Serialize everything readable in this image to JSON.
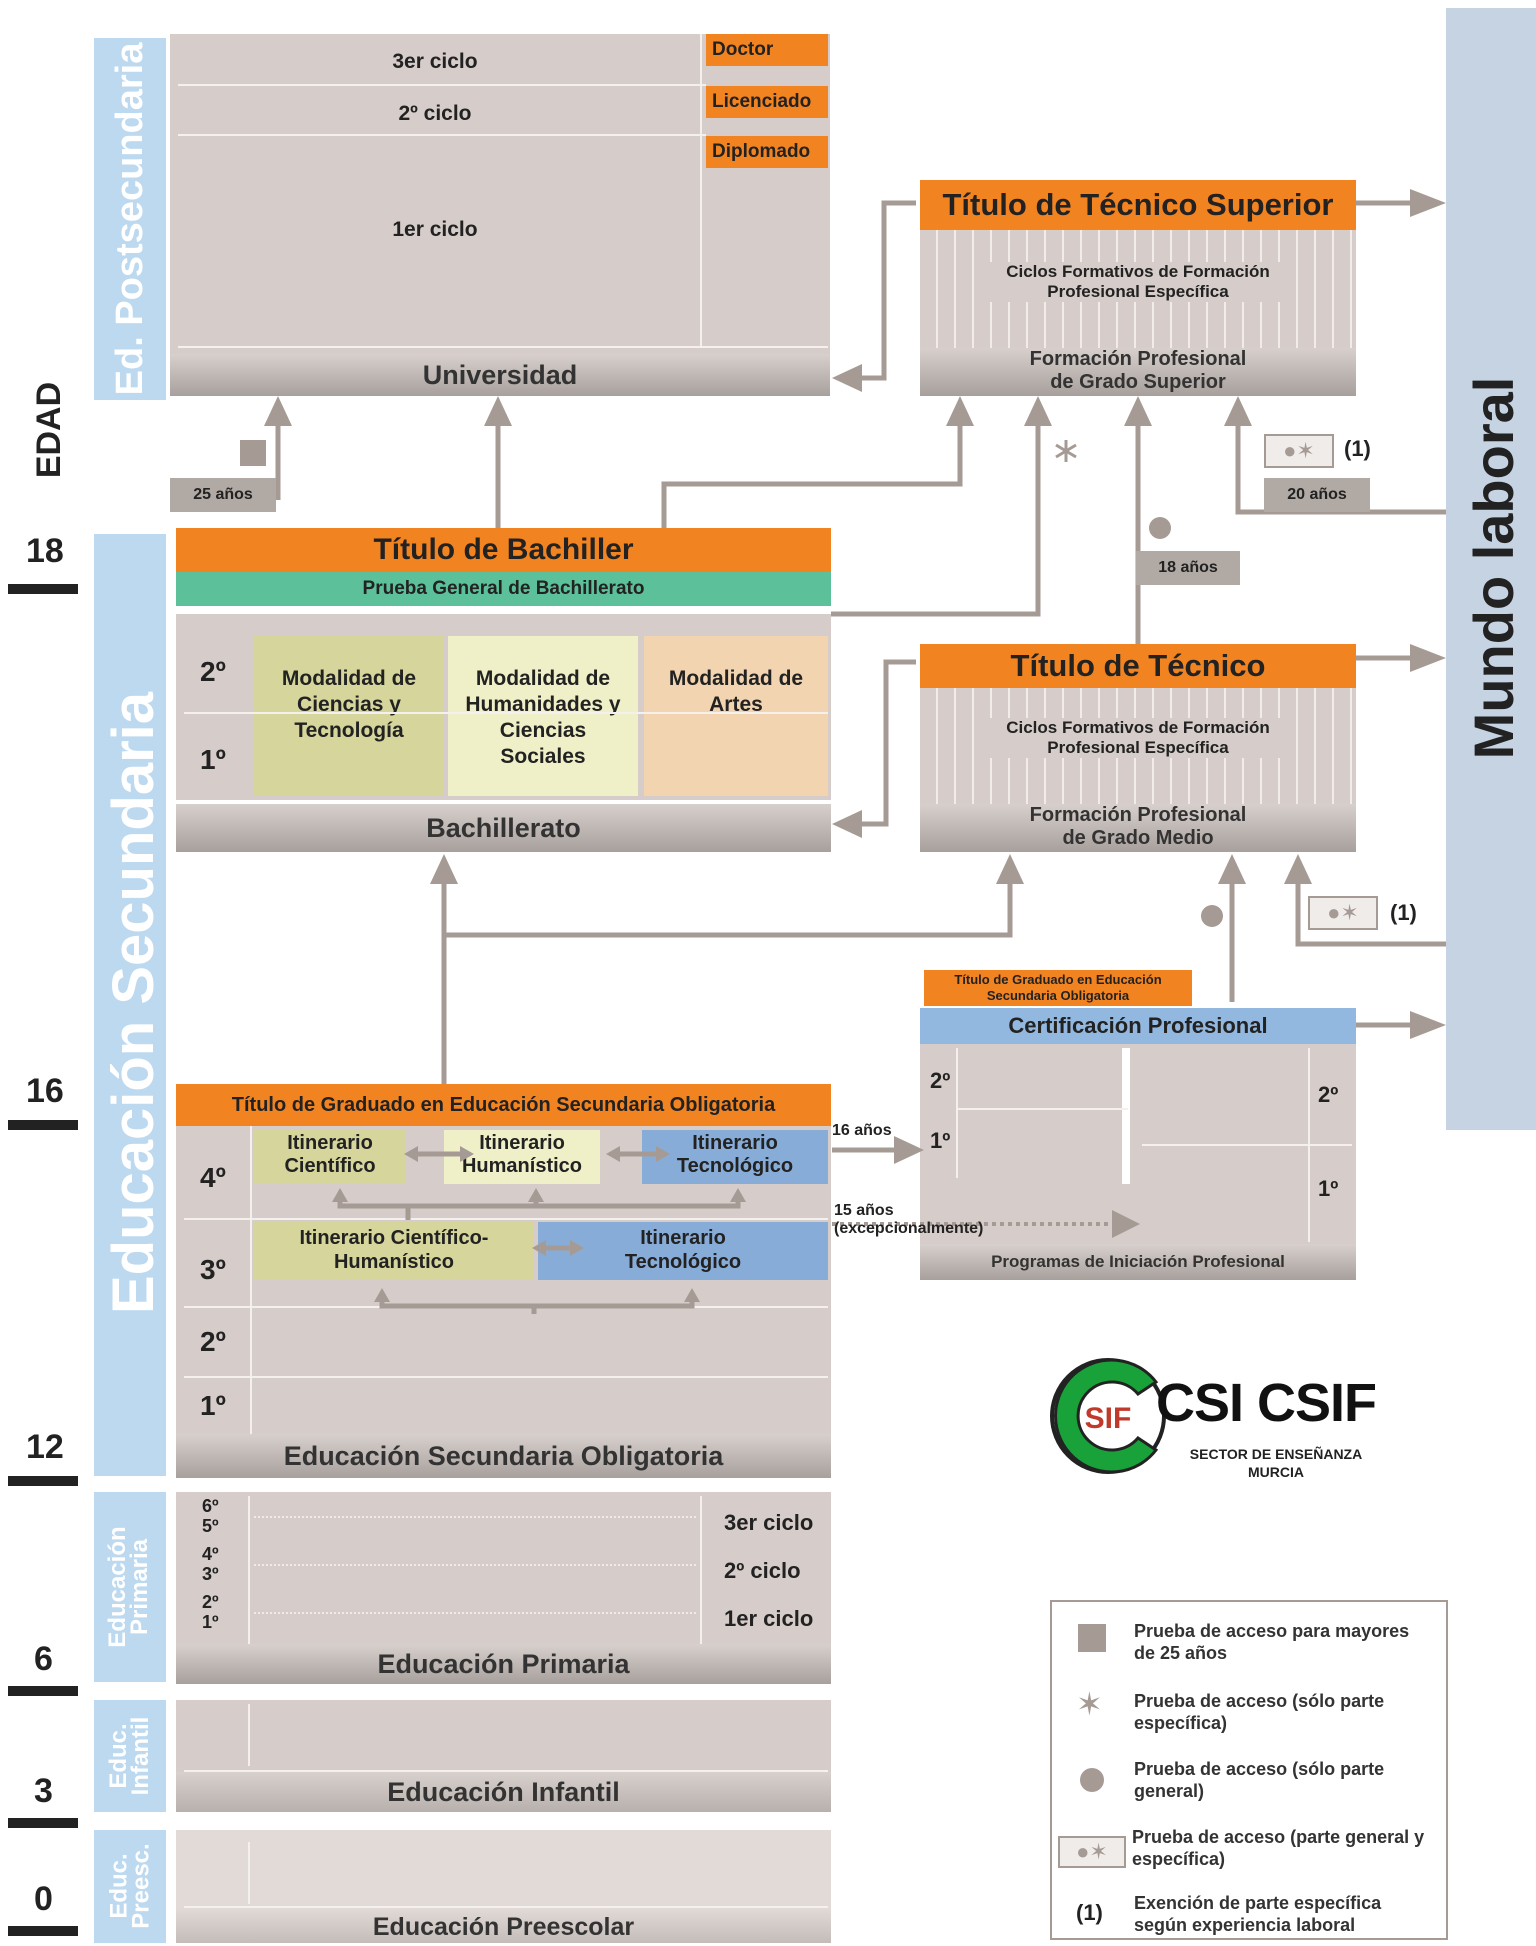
{
  "age_axis": {
    "title": "EDAD",
    "ages": [
      "18",
      "16",
      "12",
      "6",
      "3",
      "0"
    ]
  },
  "world_of_work": "Mundo laboral",
  "stage_labels": {
    "postsecundaria": "Ed. Postsecundaria",
    "secundaria": "Educación Secundaria",
    "primaria": "Educación Primaria",
    "infantil": "Educ. Infantil",
    "preescolar": "Educ. Preesc."
  },
  "universidad": {
    "title": "Universidad",
    "cycles": {
      "third": "3er ciclo",
      "second": "2º ciclo",
      "first": "1er ciclo"
    },
    "degrees": {
      "doctor": "Doctor",
      "licenciado": "Licenciado",
      "diplomado": "Diplomado"
    }
  },
  "fp_superior": {
    "certificate": "Título de Técnico Superior",
    "cycles_text": "Ciclos Formativos de Formación Profesional Específica",
    "title": "Formación Profesional de Grado Superior"
  },
  "bachillerato": {
    "certificate": "Título de Bachiller",
    "exam": "Prueba General de Bachillerato",
    "years": [
      "2º",
      "1º"
    ],
    "modalidades": [
      "Modalidad de Ciencias y Tecnología",
      "Modalidad de Humanidades y Ciencias Sociales",
      "Modalidad de Artes"
    ],
    "title": "Bachillerato"
  },
  "fp_medio": {
    "certificate": "Título de Técnico",
    "cycles_text": "Ciclos Formativos de Formación Profesional Específica",
    "title": "Formación Profesional de Grado Medio"
  },
  "pip": {
    "eso_certificate": "Título de Graduado en Educación Secundaria Obligatoria",
    "certification": "Certificación Profesional",
    "years_left": [
      "2º",
      "1º"
    ],
    "years_right": [
      "2º",
      "1º"
    ],
    "title": "Programas de Iniciación Profesional"
  },
  "eso": {
    "certificate": "Título de Graduado en Educación Secundaria Obligatoria",
    "years": [
      "4º",
      "3º",
      "2º",
      "1º"
    ],
    "itinerarios_4": [
      "Itinerario Científico",
      "Itinerario Humanístico",
      "Itinerario Tecnológico"
    ],
    "itinerarios_3": [
      "Itinerario Científico-Humanístico",
      "Itinerario Tecnológico"
    ],
    "title": "Educación Secundaria Obligatoria"
  },
  "primaria": {
    "years": [
      "6º",
      "5º",
      "4º",
      "3º",
      "2º",
      "1º"
    ],
    "cycles": [
      "3er ciclo",
      "2º ciclo",
      "1er ciclo"
    ],
    "title": "Educación Primaria"
  },
  "infantil": {
    "title": "Educación Infantil"
  },
  "preescolar": {
    "title": "Educación Preescolar"
  },
  "age_tags": {
    "a25": "25 años",
    "a20": "20 años",
    "a18": "18 años",
    "a16": "16 años",
    "a15": "15 años (excepcionalmente)"
  },
  "exemption_mark": "(1)",
  "logo": {
    "name": "CSI CSIF",
    "sector": "SECTOR DE ENSEÑANZA",
    "region": "MURCIA"
  },
  "legend": [
    {
      "symbol": "square",
      "text": "Prueba de acceso para mayores de 25 años"
    },
    {
      "symbol": "star",
      "text": "Prueba de acceso (sólo parte específica)"
    },
    {
      "symbol": "circle",
      "text": "Prueba de acceso (sólo parte general)"
    },
    {
      "symbol": "circle-star",
      "text": "Prueba de acceso (parte general y específica)"
    },
    {
      "symbol": "(1)",
      "text": "Exención de parte específica según experiencia laboral"
    }
  ],
  "colors": {
    "orange": "#f28321",
    "green": "#5cc19b",
    "blue": "#93b8e0",
    "light_blue": "#bcd9f0",
    "grey": "#d6cdca",
    "arrow": "#a59b94"
  }
}
